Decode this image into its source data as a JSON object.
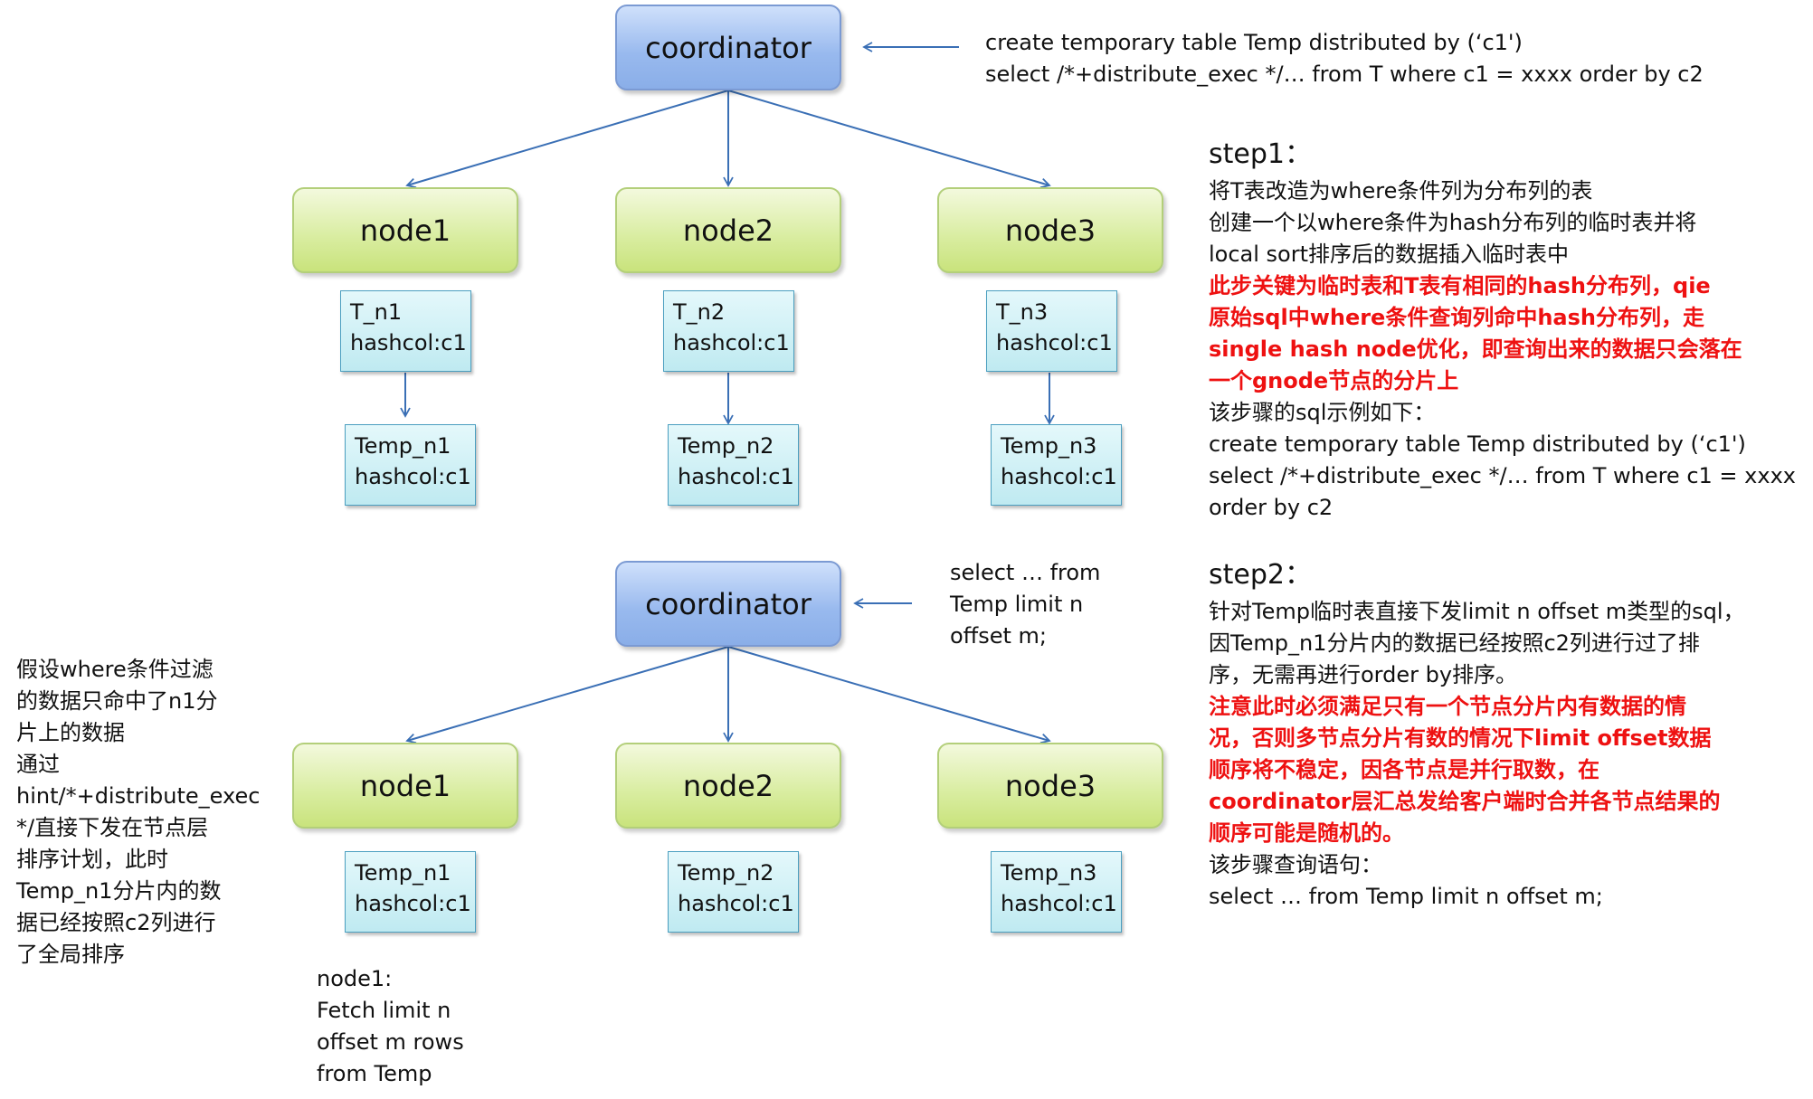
{
  "diagram1": {
    "coordinator": "coordinator",
    "nodes": [
      "node1",
      "node2",
      "node3"
    ],
    "tables": [
      {
        "name": "T_n1",
        "hash": "hashcol:c1"
      },
      {
        "name": "T_n2",
        "hash": "hashcol:c1"
      },
      {
        "name": "T_n3",
        "hash": "hashcol:c1"
      }
    ],
    "temps": [
      {
        "name": "Temp_n1",
        "hash": "hashcol:c1"
      },
      {
        "name": "Temp_n2",
        "hash": "hashcol:c1"
      },
      {
        "name": "Temp_n3",
        "hash": "hashcol:c1"
      }
    ],
    "sql": [
      "create temporary table Temp distributed  by (‘c1')",
      "select /*+distribute_exec */… from T where c1 = xxxx order by c2"
    ]
  },
  "diagram2": {
    "coordinator": "coordinator",
    "nodes": [
      "node1",
      "node2",
      "node3"
    ],
    "temps": [
      {
        "name": "Temp_n1",
        "hash": "hashcol:c1"
      },
      {
        "name": "Temp_n2",
        "hash": "hashcol:c1"
      },
      {
        "name": "Temp_n3",
        "hash": "hashcol:c1"
      }
    ],
    "sql": [
      "select … from",
      "Temp limit n",
      "offset m;"
    ],
    "node1_note": [
      "node1:",
      "Fetch limit n",
      "offset m rows",
      "from Temp"
    ]
  },
  "left_note": [
    "假设where条件过滤",
    "的数据只命中了n1分",
    "片上的数据",
    "通过",
    "hint/*+distribute_exec",
    "*/直接下发在节点层",
    "排序计划，此时",
    "Temp_n1分片内的数",
    "据已经按照c2列进行",
    "了全局排序"
  ],
  "step1": {
    "title": "step1：",
    "lines": [
      "将T表改造为where条件列为分布列的表",
      "创建一个以where条件为hash分布列的临时表并将",
      "local sort排序后的数据插入临时表中"
    ],
    "red": [
      "此步关键为临时表和T表有相同的hash分布列，qie",
      "原始sql中where条件查询列命中hash分布列，走",
      "single hash node优化，即查询出来的数据只会落在",
      "一个gnode节点的分片上"
    ],
    "tail": [
      "该步骤的sql示例如下：",
      "create temporary table Temp distributed  by (‘c1')",
      "select /*+distribute_exec */… from T where c1 = xxxx",
      "order by c2"
    ]
  },
  "step2": {
    "title": "step2：",
    "lines": [
      "针对Temp临时表直接下发limit n offset m类型的sql，",
      "因Temp_n1分片内的数据已经按照c2列进行过了排",
      "序，无需再进行order by排序。"
    ],
    "red": [
      "注意此时必须满足只有一个节点分片内有数据的情",
      "况，否则多节点分片有数的情况下limit offset数据",
      "顺序将不稳定，因各节点是并行取数，在",
      "coordinator层汇总发给客户端时合并各节点结果的",
      "顺序可能是随机的。"
    ],
    "tail": [
      "该步骤查询语句：",
      "select … from Temp limit n offset m;"
    ]
  },
  "colors": {
    "arrow": "#3a6fb5",
    "coordinator_fill": "#a9c4f0",
    "node_fill": "#d9eda1",
    "table_fill": "#c8edf3",
    "highlight_text": "#ee1111"
  }
}
